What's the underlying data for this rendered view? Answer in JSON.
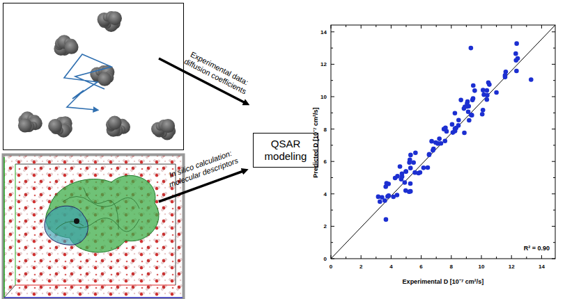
{
  "diagram": {
    "nodes": [
      {
        "text": [
          "QSAR modeling"
        ]
      }
    ],
    "labels": [
      "Experimental data: diffusion coefficients",
      "In silico calculation: molecular descriptors",
      "Predicted D [10⁻⁷ cm²/s]",
      "Experimental D [10⁻⁷ cm²/s]",
      "R² = 0.90",
      "0",
      "2",
      "4",
      "6",
      "8",
      "10",
      "12",
      "14",
      "0",
      "2",
      "4",
      "6",
      "8",
      "10",
      "12",
      "14"
    ]
  }
}
